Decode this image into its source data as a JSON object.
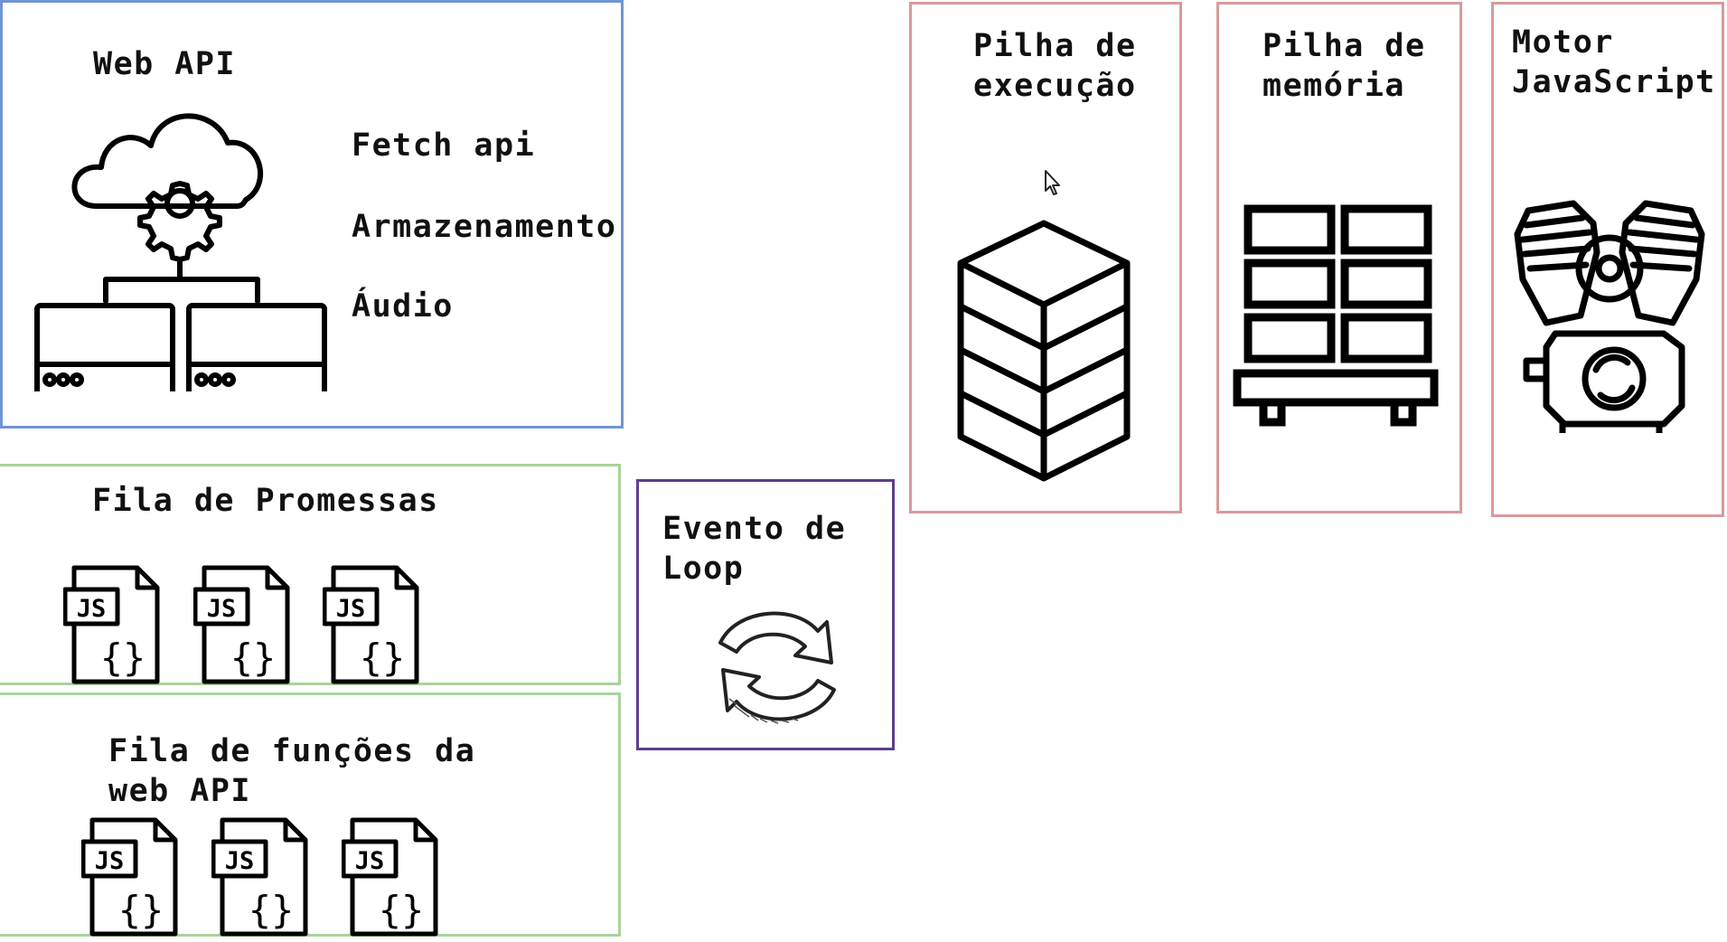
{
  "web_api": {
    "title": "Web API",
    "items": [
      "Fetch api",
      "Armazenamento",
      "Áudio"
    ],
    "icons": [
      "cloud-network-icon"
    ]
  },
  "fila_promessas": {
    "title": "Fila de Promessas",
    "file_label": "JS",
    "file_body": "{}"
  },
  "fila_funcoes": {
    "title": "Fila de funções da web API",
    "file_label": "JS",
    "file_body": "{}"
  },
  "evento_loop": {
    "title": "Evento de Loop"
  },
  "pilha_execucao": {
    "title": "Pilha de execução"
  },
  "pilha_memoria": {
    "title": "Pilha de memória"
  },
  "motor": {
    "title": "Motor JavaScript"
  },
  "colors": {
    "web_api_border": "#6f94d6",
    "queue_border": "#a7d39a",
    "loop_border": "#5c3e8f",
    "stack_border": "#d99a9a"
  }
}
